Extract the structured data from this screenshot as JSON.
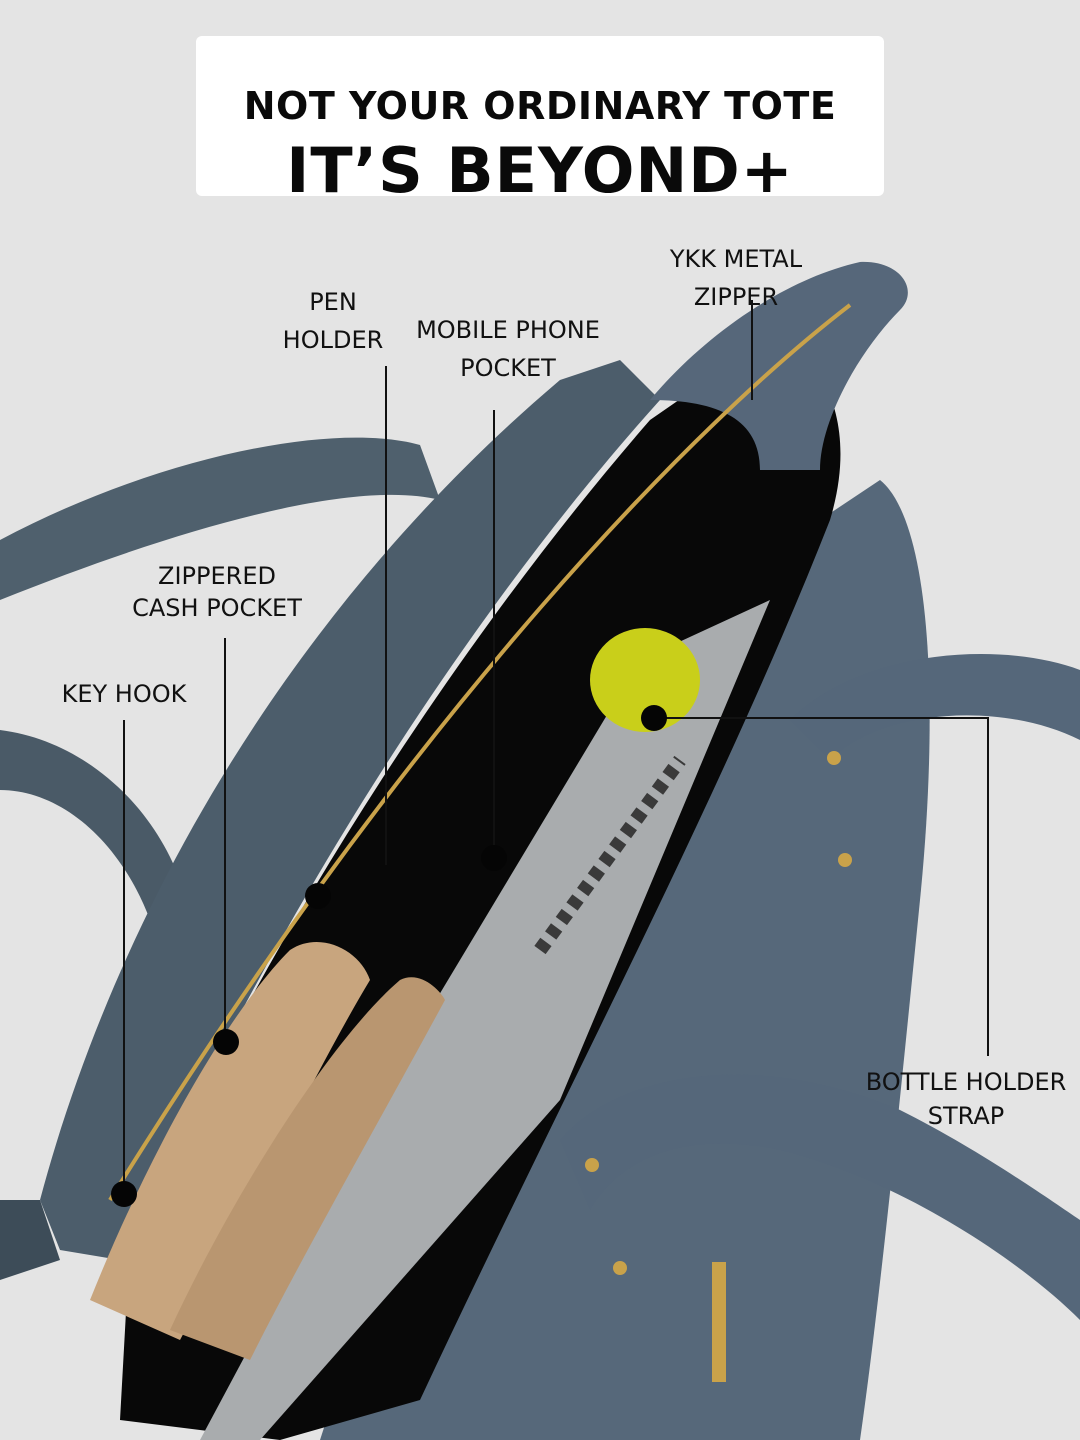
{
  "header": {
    "line1": "NOT YOUR ORDINARY TOTE",
    "line2": "IT’S BEYOND+"
  },
  "callouts": {
    "ykk_zipper": {
      "line1": "YKK METAL",
      "line2": "ZIPPER"
    },
    "pen_holder": {
      "line1": "PEN",
      "line2": "HOLDER"
    },
    "mobile_pocket": {
      "line1": "MOBILE PHONE",
      "line2": "POCKET"
    },
    "cash_pocket": {
      "line1": "ZIPPERED",
      "line2": "CASH POCKET"
    },
    "key_hook": {
      "line1": "KEY HOOK"
    },
    "bottle_strap": {
      "line1": "BOTTLE HOLDER",
      "line2": "STRAP"
    }
  },
  "colors": {
    "background": "#e4e4e4",
    "leather": "#4d5e6c",
    "leather_dark": "#34414b",
    "interior": "#080808",
    "zipper_gold": "#c9a24a",
    "laptop": "#a9acae",
    "book": "#c8a57e",
    "bottle": "#c9cf1a"
  }
}
